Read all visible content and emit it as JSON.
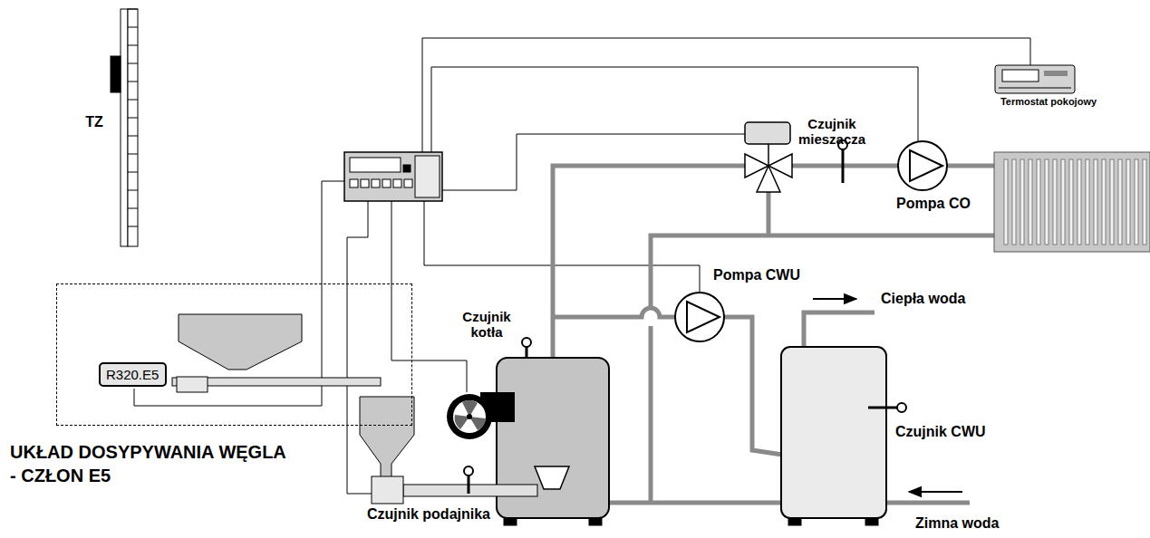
{
  "diagram": {
    "nodes": [
      {
        "text": [
          "UKŁAD DOSYPYWANIA WĘGLA - CZŁON E5"
        ]
      },
      {
        "text": [
          "R320.E5"
        ],
        "in": 0
      }
    ],
    "labels": [
      "TZ",
      "Czujnik mieszacza",
      "Termostat pokojowy",
      "Pompa CO",
      "Pompa CWU",
      "Ciepła woda",
      "Czujnik kotła",
      "Czujnik CWU",
      "Czujnik podajnika",
      "Zimna woda"
    ]
  }
}
